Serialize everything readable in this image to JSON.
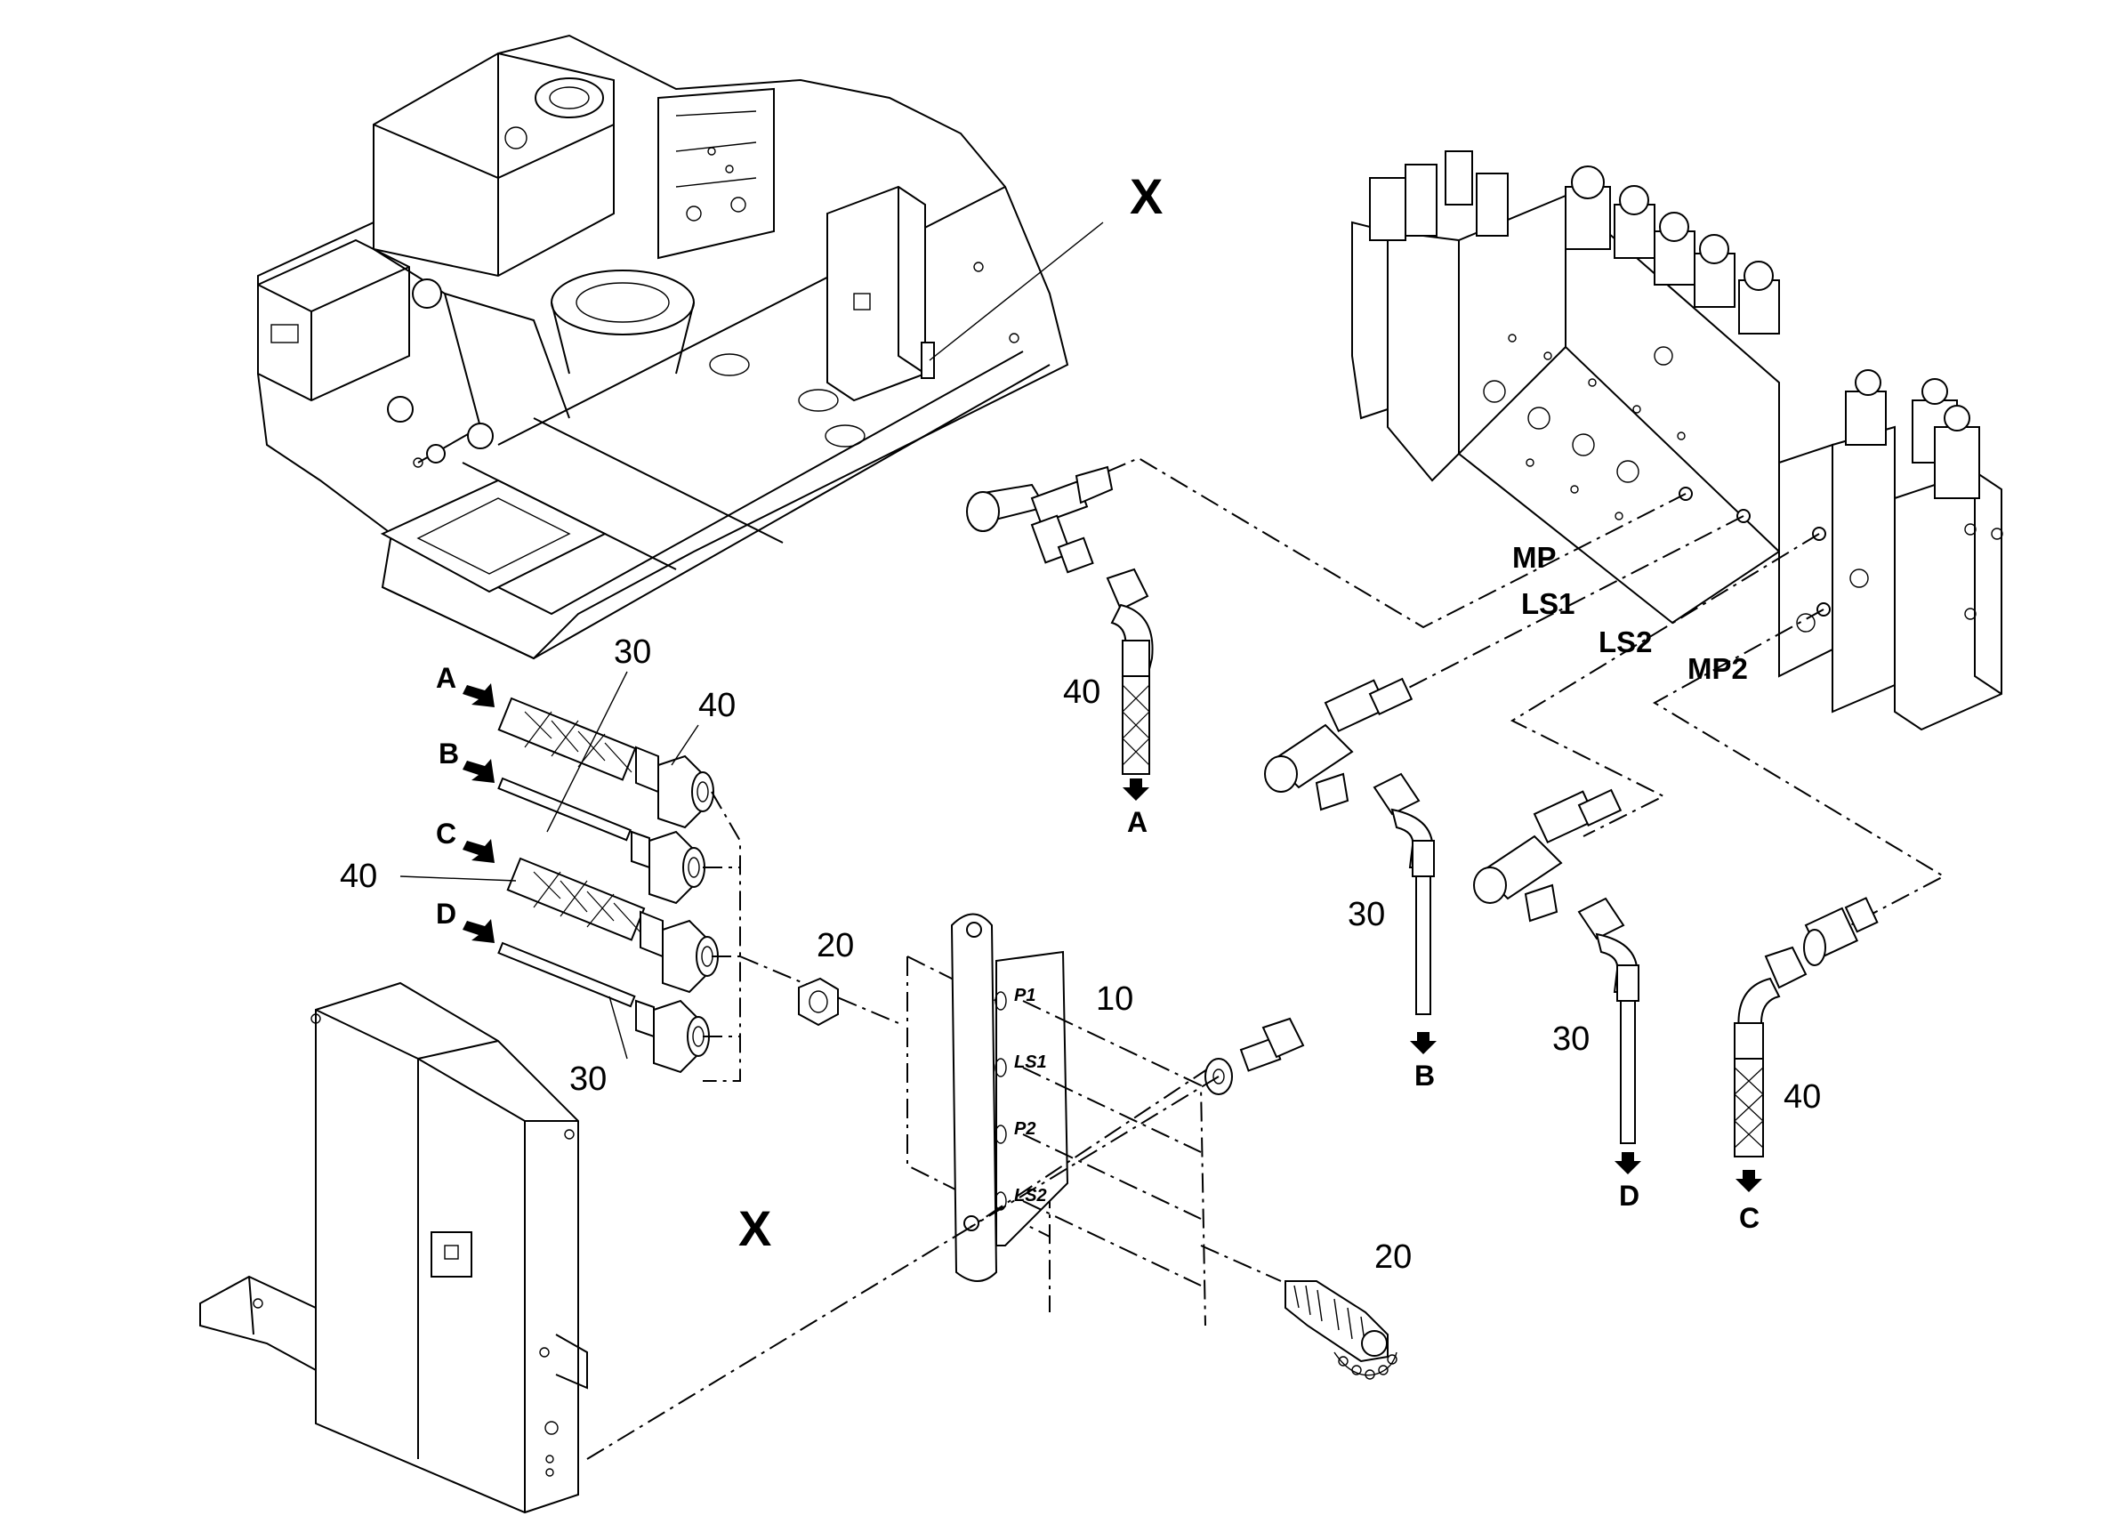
{
  "detail_marks": {
    "top": "X",
    "bottom": "X"
  },
  "callouts": {
    "c30_left_top": "30",
    "c40_left_top": "40",
    "c40_left_mid": "40",
    "c30_left_bottom": "30",
    "c20_nut": "20",
    "c10_plate": "10",
    "c20_coupling": "20",
    "c40_upper_hose": "40",
    "c30_hose_b": "30",
    "c30_hose_d": "30",
    "c40_hose_c": "40"
  },
  "inlet_letters": [
    "A",
    "B",
    "C",
    "D"
  ],
  "outlet_letters": {
    "a": "A",
    "b": "B",
    "d": "D",
    "c": "C"
  },
  "ports": {
    "mp": "MP",
    "ls1": "LS1",
    "ls2": "LS2",
    "mp2": "MP2"
  },
  "plate_labels": [
    "P1",
    "LS1",
    "P2",
    "LS2"
  ]
}
